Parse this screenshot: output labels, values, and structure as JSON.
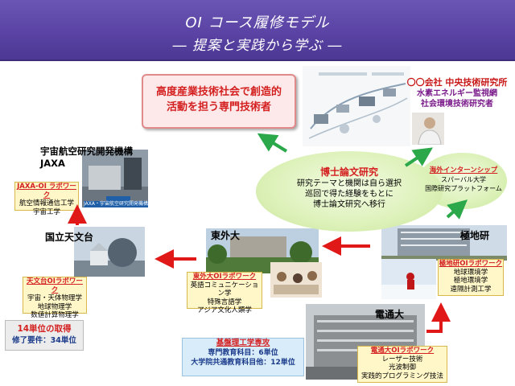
{
  "title": {
    "line1": "OI コース履修モデル",
    "line2": "― 提案と実践から学ぶ ―"
  },
  "goal": {
    "line1": "高度産業技術社会で創造的",
    "line2": "活動を担う専門技術者"
  },
  "company": {
    "line1": "〇〇会社 中央技術研究所",
    "line2": "水素エネルギー監視網",
    "line3": "社会環境技術研究者"
  },
  "jaxa": {
    "name1": "宇宙航空研究開発機構",
    "name2": "JAXA",
    "lab": "JAXA-OI ラボワーク",
    "items": [
      "航空情報通信工学",
      "宇宙工学"
    ],
    "photo_caption": "JAXA・宇宙航空研究開発機構"
  },
  "naoj": {
    "name": "国立天文台",
    "lab": "天文台OIラボワーク",
    "items": [
      "宇宙・天体物理学",
      "地球物理学",
      "数値計算物理学"
    ]
  },
  "tufs": {
    "name": "東外大",
    "lab": "東外大OIラボワーク",
    "items": [
      "英語コミュニケーション学",
      "特殊言語学",
      "アジア文化人類学"
    ]
  },
  "polar": {
    "name": "極地研",
    "lab": "極地研OIラボワーク",
    "items": [
      "地球環境学",
      "極地環境学",
      "遠隔計測工学"
    ]
  },
  "uec": {
    "name": "電通大",
    "lab": "電通大OIラボワーク",
    "items": [
      "レーザー技術",
      "光波制御",
      "実践的プログラミング技法"
    ]
  },
  "thesis": {
    "title": "博士論文研究",
    "lines": [
      "研究テーマと機関は自ら選択",
      "巡回で得た経験をもとに",
      "博士論文研究へ移行"
    ]
  },
  "internship": {
    "title": "海外インターンシップ",
    "lines": [
      "スパーバル大学",
      "国際研究プラットフォーム"
    ]
  },
  "credits": {
    "line1": "14単位の取得",
    "line2": "修了要件：34単位"
  },
  "general": {
    "title": "基盤理工学専攻",
    "line1": "専門教育科目：6単位",
    "line2": "大学院共通教育科目他：12単位"
  },
  "colors": {
    "banner": "#5a43a4",
    "red_arrow": "#e01818",
    "green_arrow": "#2aa84a",
    "lab_heading": "#d42020"
  }
}
